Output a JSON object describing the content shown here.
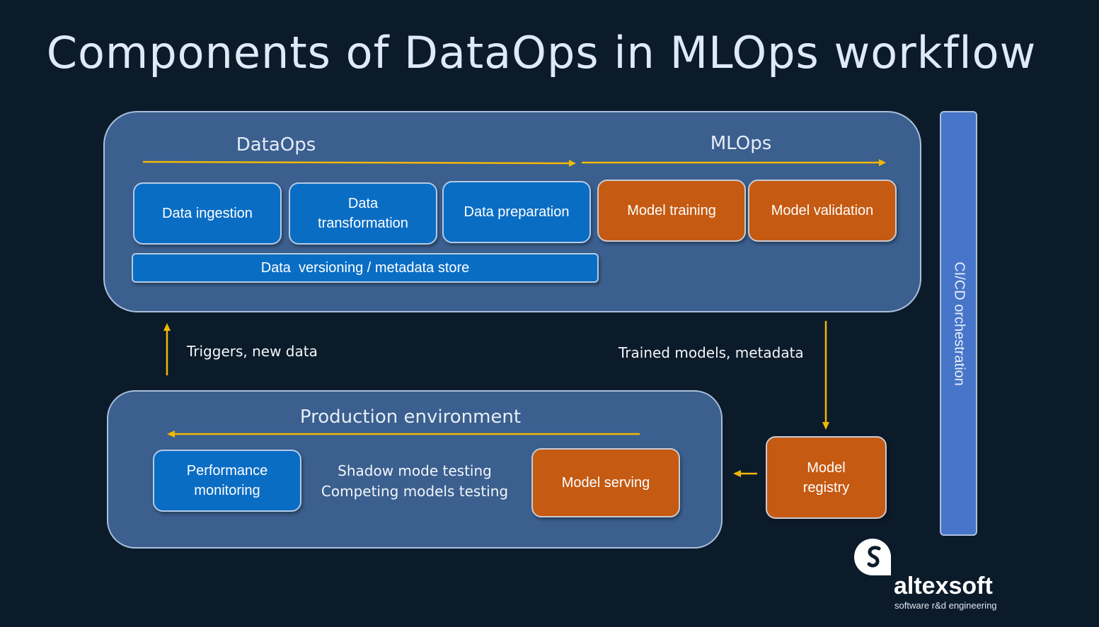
{
  "title": "Components of DataOps in MLOps workflow",
  "top_panel": {
    "dataops_label": "DataOps",
    "mlops_label": "MLOps",
    "steps": [
      {
        "label": "Data ingestion",
        "kind": "dataops"
      },
      {
        "label": "Data transformation",
        "kind": "dataops"
      },
      {
        "label": "Data preparation",
        "kind": "dataops"
      },
      {
        "label": "Model training",
        "kind": "mlops"
      },
      {
        "label": "Model validation",
        "kind": "mlops"
      }
    ],
    "versioning_bar": "Data  versioning / metadata store"
  },
  "flows": {
    "triggers": "Triggers, new data",
    "trained_models": "Trained models, metadata"
  },
  "production": {
    "label": "Production environment",
    "performance_monitoring": "Performance monitoring",
    "testing_line1": "Shadow mode testing",
    "testing_line2": "Competing models testing",
    "model_serving": "Model serving"
  },
  "model_registry": "Model registry",
  "cicd": "CI/CD orchestration",
  "logo": {
    "name": "altexsoft",
    "tagline": "software r&d engineering"
  },
  "colors": {
    "background": "#0c1b2a",
    "panel": "#3b5f8e",
    "dataops_box": "#0a6dc4",
    "mlops_box": "#c55a12",
    "arrow": "#f2b705",
    "cicd": "#4775c9"
  }
}
